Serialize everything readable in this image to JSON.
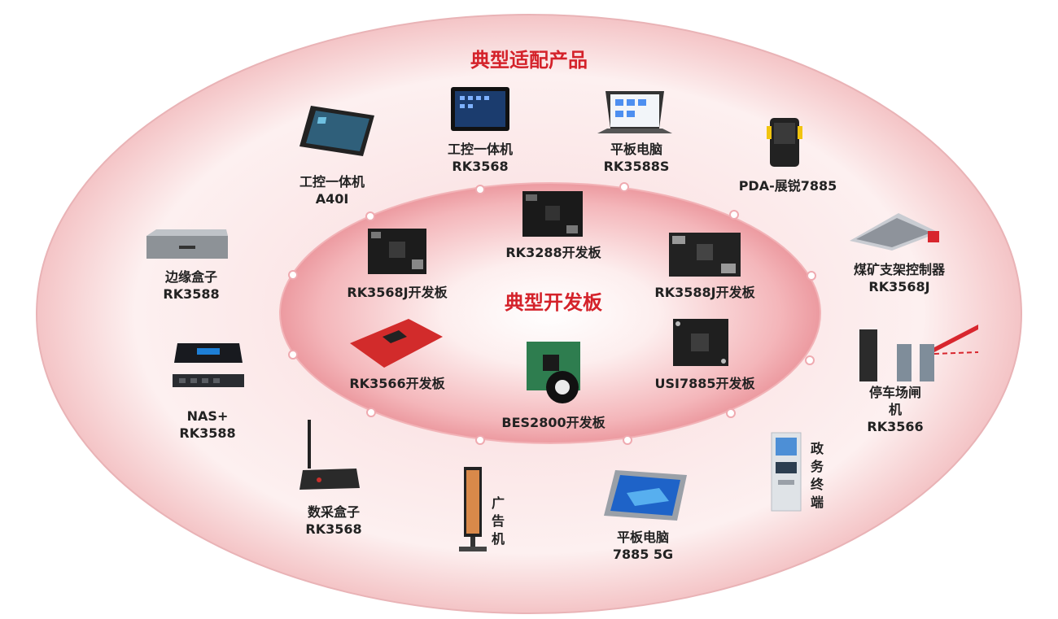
{
  "outer_title": "典型适配产品",
  "inner_title": "典型开发板",
  "boards": [
    {
      "line1": "RK3288开发板"
    },
    {
      "line1": "RK3568J开发板"
    },
    {
      "line1": "RK3588J开发板"
    },
    {
      "line1": "RK3566开发板"
    },
    {
      "line1": "USI7885开发板"
    },
    {
      "line1": "BES2800开发板"
    }
  ],
  "products": [
    {
      "line1": "工控一体机",
      "line2": "A40I"
    },
    {
      "line1": "工控一体机",
      "line2": "RK3568"
    },
    {
      "line1": "平板电脑",
      "line2": "RK3588S"
    },
    {
      "line1": "PDA-展锐7885",
      "line2": ""
    },
    {
      "line1": "边缘盒子",
      "line2": "RK3588"
    },
    {
      "line1": "煤矿支架控制器",
      "line2": "RK3568J"
    },
    {
      "line1": "NAS+",
      "line2": "RK3588"
    },
    {
      "line1": "停车场闸",
      "line2": "机"
    },
    {
      "line1": "RK3566",
      "line2": ""
    },
    {
      "line1": "数采盒子",
      "line2": "RK3568"
    },
    {
      "line1": "平板电脑",
      "line2": "7885 5G"
    }
  ],
  "vertical_labels": [
    {
      "chars": [
        "广",
        "告",
        "机"
      ]
    },
    {
      "chars": [
        "政",
        "务",
        "终",
        "端"
      ]
    }
  ],
  "colors": {
    "accent": "#d4222a",
    "ring_outer": "#f3b7bb",
    "ring_inner": "#ee9aa0"
  }
}
